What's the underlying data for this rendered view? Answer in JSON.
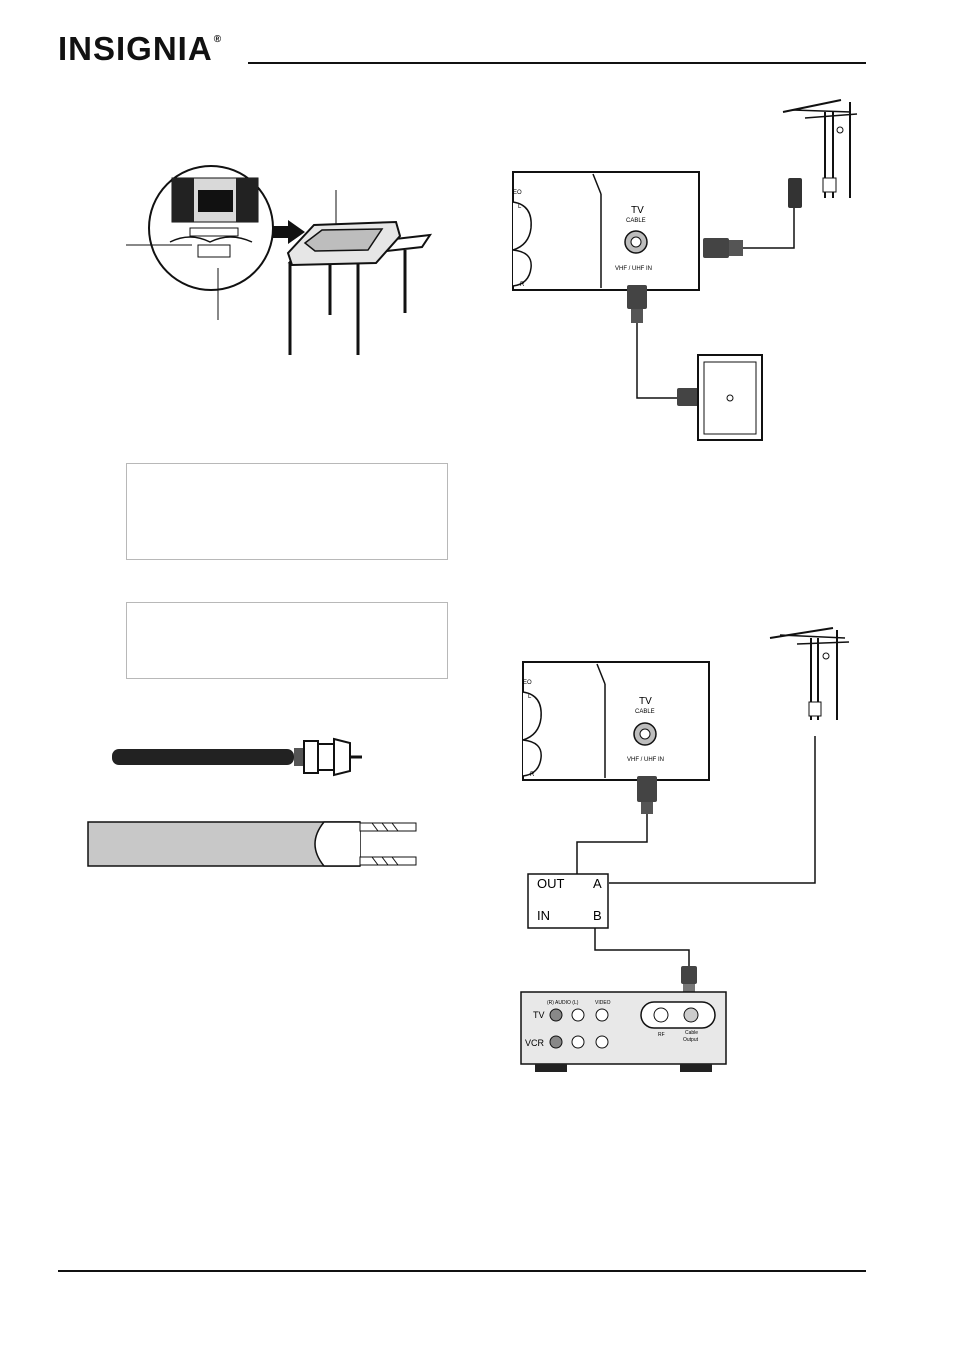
{
  "header": {
    "logo_text": "INSIGNIA",
    "registered_mark": "®"
  },
  "diagram_top_right": {
    "tv_label": "TV",
    "cable_label": "CABLE",
    "input_label": "VHF / UHF IN",
    "side_label_top": "EO",
    "side_label_l": "L",
    "side_label_r": "R"
  },
  "diagram_bottom_right": {
    "tv_label": "TV",
    "cable_label": "CABLE",
    "input_label": "VHF / UHF IN",
    "side_label_top": "EO",
    "side_label_l": "L",
    "side_label_r": "R",
    "switch": {
      "out": "OUT",
      "in": "IN",
      "a": "A",
      "b": "B"
    },
    "box": {
      "audio_header": "(R) AUDIO (L)",
      "video_header": "VIDEO",
      "row_tv": "TV",
      "row_vcr": "VCR",
      "rf_label": "RF",
      "cable_output_label_1": "Cable",
      "cable_output_label_2": "Output"
    }
  },
  "colors": {
    "rule": "#111111",
    "box_border": "#b8b8b8",
    "shade": "#bdbdbd"
  }
}
